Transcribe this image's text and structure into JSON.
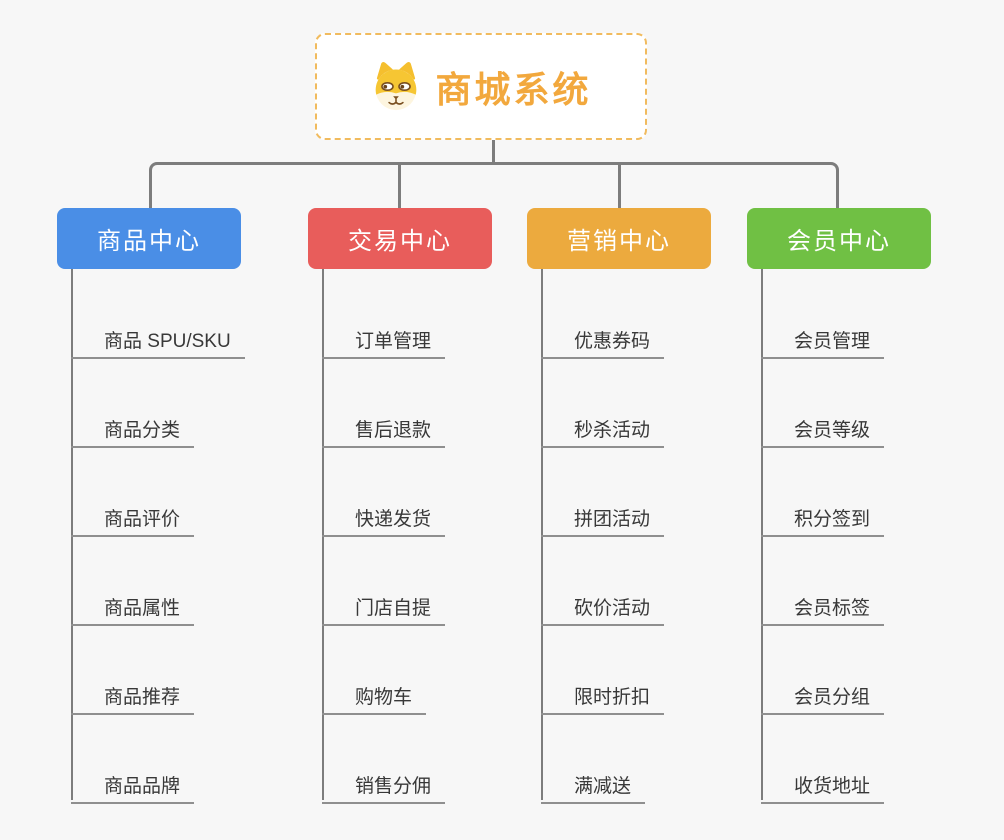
{
  "root": {
    "title": "商城系统",
    "icon": "dog-face-icon",
    "border_color": "#f1bb5e",
    "title_color": "#f2a83d"
  },
  "connector_color": "#7d7d7d",
  "branches": [
    {
      "label": "商品中心",
      "color": "#4a8ee6",
      "items": [
        "商品 SPU/SKU",
        "商品分类",
        "商品评价",
        "商品属性",
        "商品推荐",
        "商品品牌"
      ]
    },
    {
      "label": "交易中心",
      "color": "#e85d5b",
      "items": [
        "订单管理",
        "售后退款",
        "快递发货",
        "门店自提",
        "购物车",
        "销售分佣"
      ]
    },
    {
      "label": "营销中心",
      "color": "#ecaa3e",
      "items": [
        "优惠券码",
        "秒杀活动",
        "拼团活动",
        "砍价活动",
        "限时折扣",
        "满减送"
      ]
    },
    {
      "label": "会员中心",
      "color": "#70c044",
      "items": [
        "会员管理",
        "会员等级",
        "积分签到",
        "会员标签",
        "会员分组",
        "收货地址"
      ]
    }
  ]
}
